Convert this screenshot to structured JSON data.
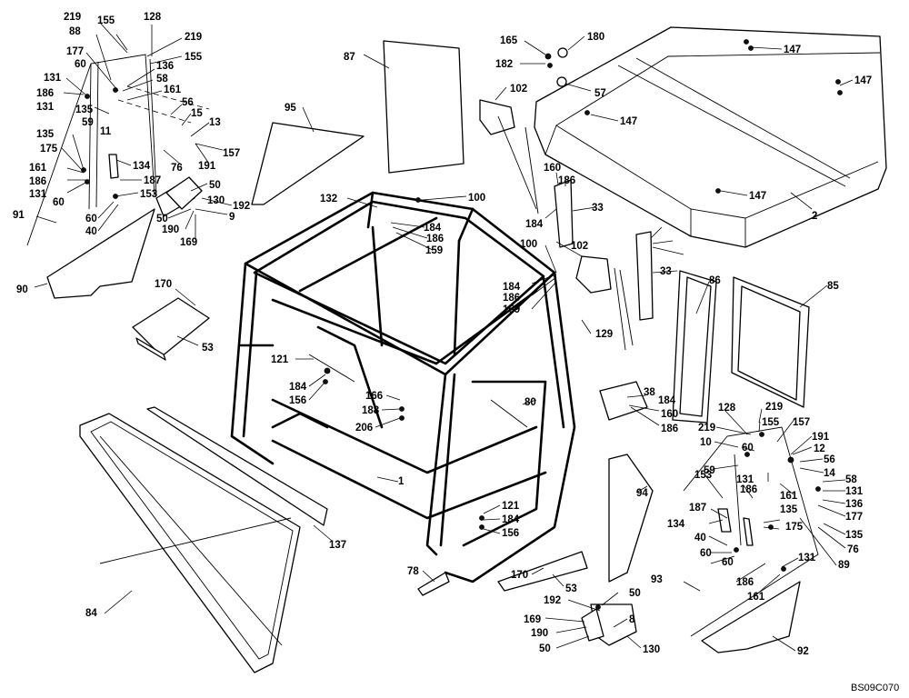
{
  "diagram_ref": "BS09C070",
  "callouts": [
    "219",
    "155",
    "128",
    "219",
    "155",
    "88",
    "177",
    "60",
    "136",
    "58",
    "131",
    "186",
    "161",
    "131",
    "135",
    "59",
    "11",
    "56",
    "15",
    "13",
    "157",
    "135",
    "175",
    "76",
    "191",
    "161",
    "186",
    "131",
    "60",
    "134",
    "187",
    "153",
    "50",
    "130",
    "192",
    "9",
    "91",
    "60",
    "40",
    "50",
    "190",
    "169",
    "90",
    "87",
    "95",
    "165",
    "182",
    "180",
    "102",
    "57",
    "147",
    "147",
    "147",
    "147",
    "2",
    "132",
    "100",
    "184",
    "186",
    "159",
    "160",
    "186",
    "184",
    "33",
    "100",
    "102",
    "184",
    "186",
    "159",
    "33",
    "86",
    "85",
    "170",
    "53",
    "121",
    "184",
    "156",
    "166",
    "188",
    "206",
    "129",
    "1",
    "84",
    "137",
    "38",
    "184",
    "160",
    "186",
    "80",
    "121",
    "184",
    "156",
    "78",
    "170",
    "53",
    "94",
    "128",
    "219",
    "155",
    "157",
    "191",
    "10",
    "219",
    "60",
    "12",
    "56",
    "59",
    "14",
    "131",
    "58",
    "186",
    "161",
    "131",
    "136",
    "153",
    "177",
    "187",
    "135",
    "175",
    "134",
    "40",
    "135",
    "60",
    "76",
    "89",
    "60",
    "131",
    "186",
    "161",
    "93",
    "192",
    "50",
    "169",
    "8",
    "190",
    "50",
    "130",
    "92"
  ]
}
